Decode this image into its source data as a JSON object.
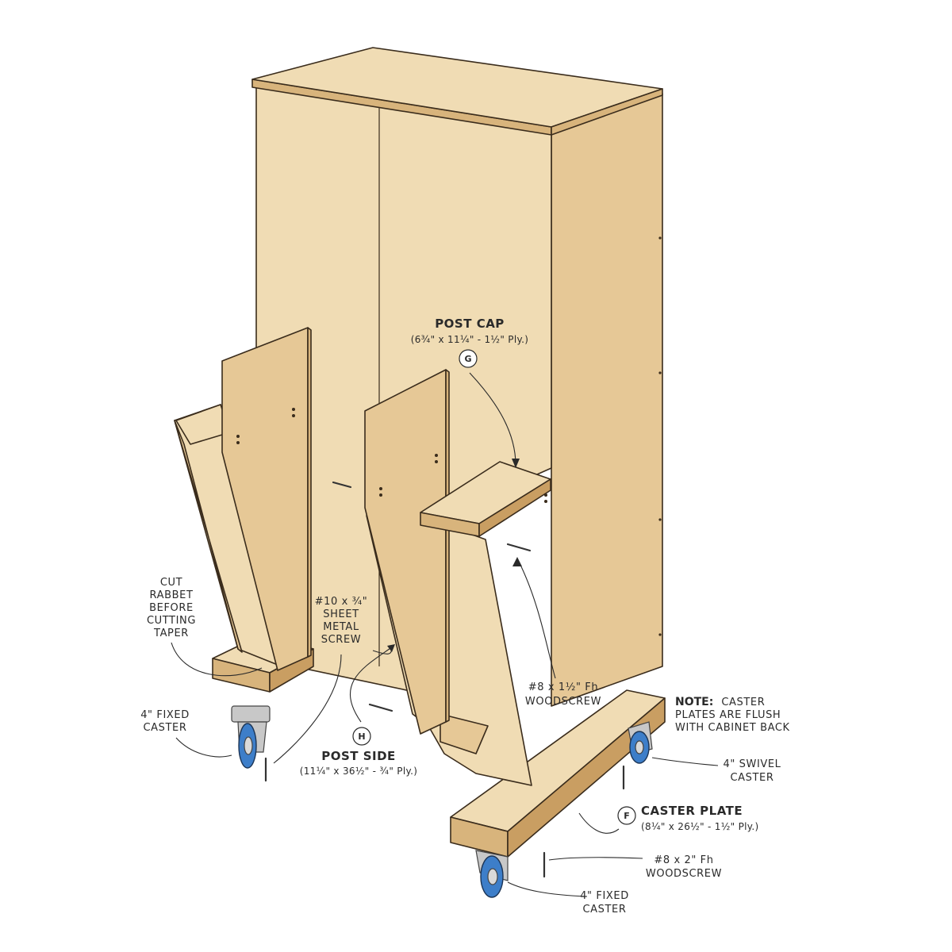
{
  "labels": {
    "post_cap_title": "POST CAP",
    "post_cap_dims": "(6¾\" x 11¼\" - 1½\" Ply.)",
    "post_cap_letter": "G",
    "cut_rabbet_1": "CUT",
    "cut_rabbet_2": "RABBET",
    "cut_rabbet_3": "BEFORE",
    "cut_rabbet_4": "CUTTING",
    "cut_rabbet_5": "TAPER",
    "sheet_metal_1": "#10 x ¾\"",
    "sheet_metal_2": "SHEET",
    "sheet_metal_3": "METAL",
    "sheet_metal_4": "SCREW",
    "woodscrew_a_1": "#8 x 1½\" Fh",
    "woodscrew_a_2": "WOODSCREW",
    "fixed_caster_left_1": "4\" FIXED",
    "fixed_caster_left_2": "CASTER",
    "post_side_letter": "H",
    "post_side_title": "POST SIDE",
    "post_side_dims": "(11¼\" x 36½\" - ¾\" Ply.)",
    "note_head": "NOTE:",
    "note_1": "CASTER",
    "note_2": "PLATES ARE FLUSH",
    "note_3": "WITH CABINET BACK",
    "swivel_caster_1": "4\" SWIVEL",
    "swivel_caster_2": "CASTER",
    "caster_plate_letter": "F",
    "caster_plate_title": "CASTER PLATE",
    "caster_plate_dims": "(8¼\" x 26½\" - 1½\" Ply.)",
    "woodscrew_b_1": "#8 x 2\" Fh",
    "woodscrew_b_2": "WOODSCREW",
    "fixed_caster_right_1": "4\" FIXED",
    "fixed_caster_right_2": "CASTER"
  },
  "colors": {
    "wood_light": "#f0dcb4",
    "wood_mid": "#e6c896",
    "wood_dark": "#d8b47c",
    "wheel_blue": "#3d7ec9"
  }
}
